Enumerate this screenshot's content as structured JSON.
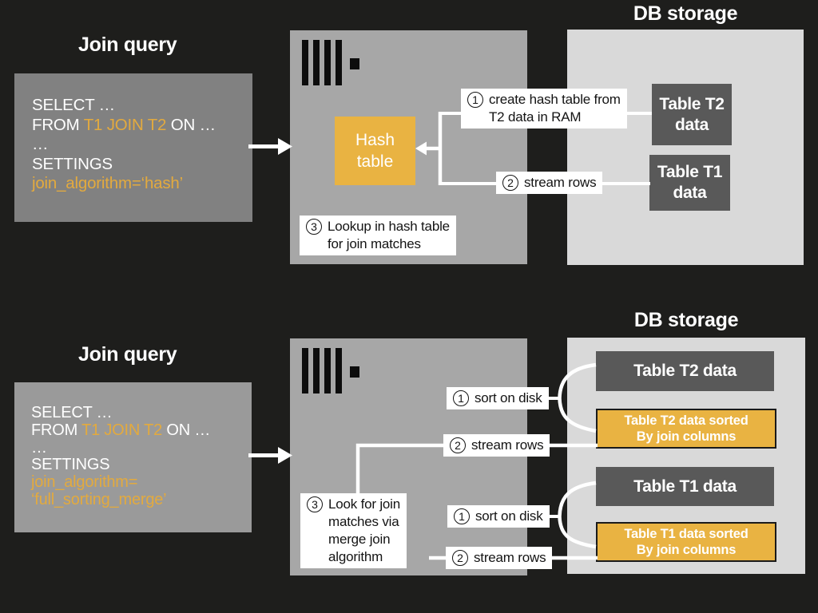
{
  "colors": {
    "background": "#1e1e1c",
    "accent_yellow_box": "#E9B342",
    "accent_yellow_text": "#E3AA3E",
    "query_box_gray_top": "#818181",
    "query_box_gray_bottom": "#9a9a9a",
    "server_gray": "#a7a7a7",
    "storage_gray": "#d9d9d9",
    "table_box_dark": "#595959",
    "wire_white": "#ffffff",
    "label_text": "#141414"
  },
  "icons": {
    "server_logo": "vertical-bars-logo"
  },
  "top": {
    "title_left": "Join query",
    "sql": {
      "l1": "SELECT …",
      "l2a": "FROM ",
      "l2b": "T1 JOIN T2",
      "l2c": " ON …",
      "l3": "…",
      "l4": "SETTINGS",
      "l5": "join_algorithm=‘hash’"
    },
    "server": {
      "hash_table": "Hash\ntable"
    },
    "labels": {
      "step1": {
        "num": "1",
        "text": "create hash table from\nT2 data in RAM"
      },
      "step2": {
        "num": "2",
        "text": "stream rows"
      },
      "step3": {
        "num": "3",
        "text": "Lookup in hash table\nfor join matches"
      }
    },
    "storage": {
      "title": "DB storage",
      "t2": "Table T2\ndata",
      "t1": "Table T1\ndata"
    }
  },
  "bottom": {
    "title_left": "Join query",
    "sql": {
      "l1": "SELECT …",
      "l2a": "FROM ",
      "l2b": "T1 JOIN T2",
      "l2c": " ON …",
      "l3": "…",
      "l4": "SETTINGS",
      "l5": "join_algorithm=",
      "l6": "‘full_sorting_merge’"
    },
    "labels": {
      "sort_t2": {
        "num": "1",
        "text": "sort on disk"
      },
      "stream_t2": {
        "num": "2",
        "text": "stream rows"
      },
      "sort_t1": {
        "num": "1",
        "text": "sort on disk"
      },
      "stream_t1": {
        "num": "2",
        "text": "stream rows"
      },
      "step3": {
        "num": "3",
        "text": "Look for join\nmatches via\nmerge join\nalgorithm"
      }
    },
    "storage": {
      "title": "DB storage",
      "t2": "Table T2 data",
      "t2_sorted": "Table T2 data sorted\nBy join columns",
      "t1": "Table T1 data",
      "t1_sorted": "Table T1 data sorted\nBy join columns"
    }
  }
}
